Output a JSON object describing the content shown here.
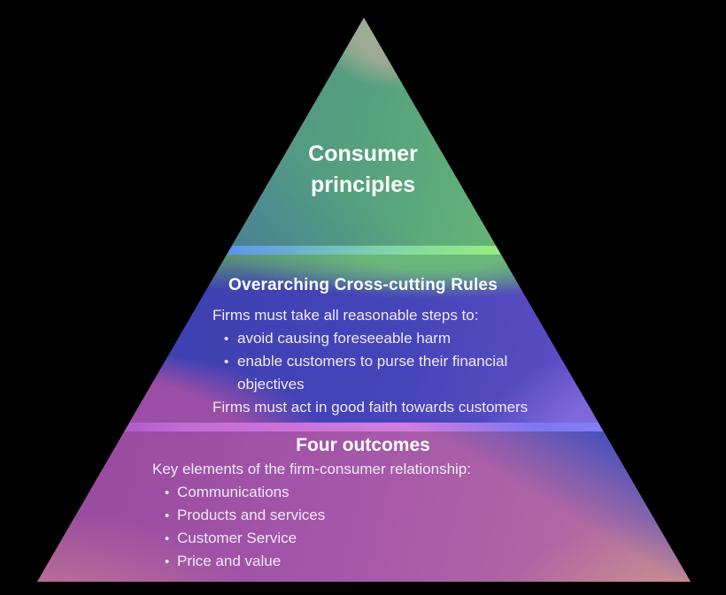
{
  "glyphs": {
    "bullet": "•"
  },
  "colors": {
    "bg": "#000000",
    "top": {
      "left": "#50809c",
      "mid": "#55a07e",
      "right": "#74c473"
    },
    "s1": {
      "left": "#5e9ae8",
      "mid": "#7ed2ae",
      "right": "#96ea83"
    },
    "mid": {
      "left": "#3a3fae",
      "right": "#6a52ca",
      "bl": "#9c4ea6",
      "br": "#8068dc"
    },
    "s2": {
      "left": "#c46ad6",
      "mid": "#d27ce0",
      "right": "#7d76f2"
    },
    "bot": {
      "left": "#96489e",
      "mid": "#a557aa",
      "right": "#bd8297",
      "blue": "#4a52bc"
    },
    "text": {
      "heading": "#fdfdfe",
      "body": "#efe9f5"
    }
  },
  "pyramid": {
    "sections": [
      {
        "name": "consumer-principles",
        "heading": "Consumer principles"
      },
      {
        "name": "cross-cutting-rules",
        "heading": "Overarching Cross-cutting Rules",
        "intro": "Firms must take all reasonable steps to:",
        "bullets": [
          "avoid causing foreseeable harm",
          "enable customers to purse their financial objectives"
        ],
        "footer": "Firms must act in good faith towards customers"
      },
      {
        "name": "four-outcomes",
        "heading": "Four outcomes",
        "intro": "Key elements of the firm-consumer relationship:",
        "bullets": [
          "Communications",
          "Products and services",
          "Customer Service",
          "Price and value"
        ]
      }
    ]
  }
}
